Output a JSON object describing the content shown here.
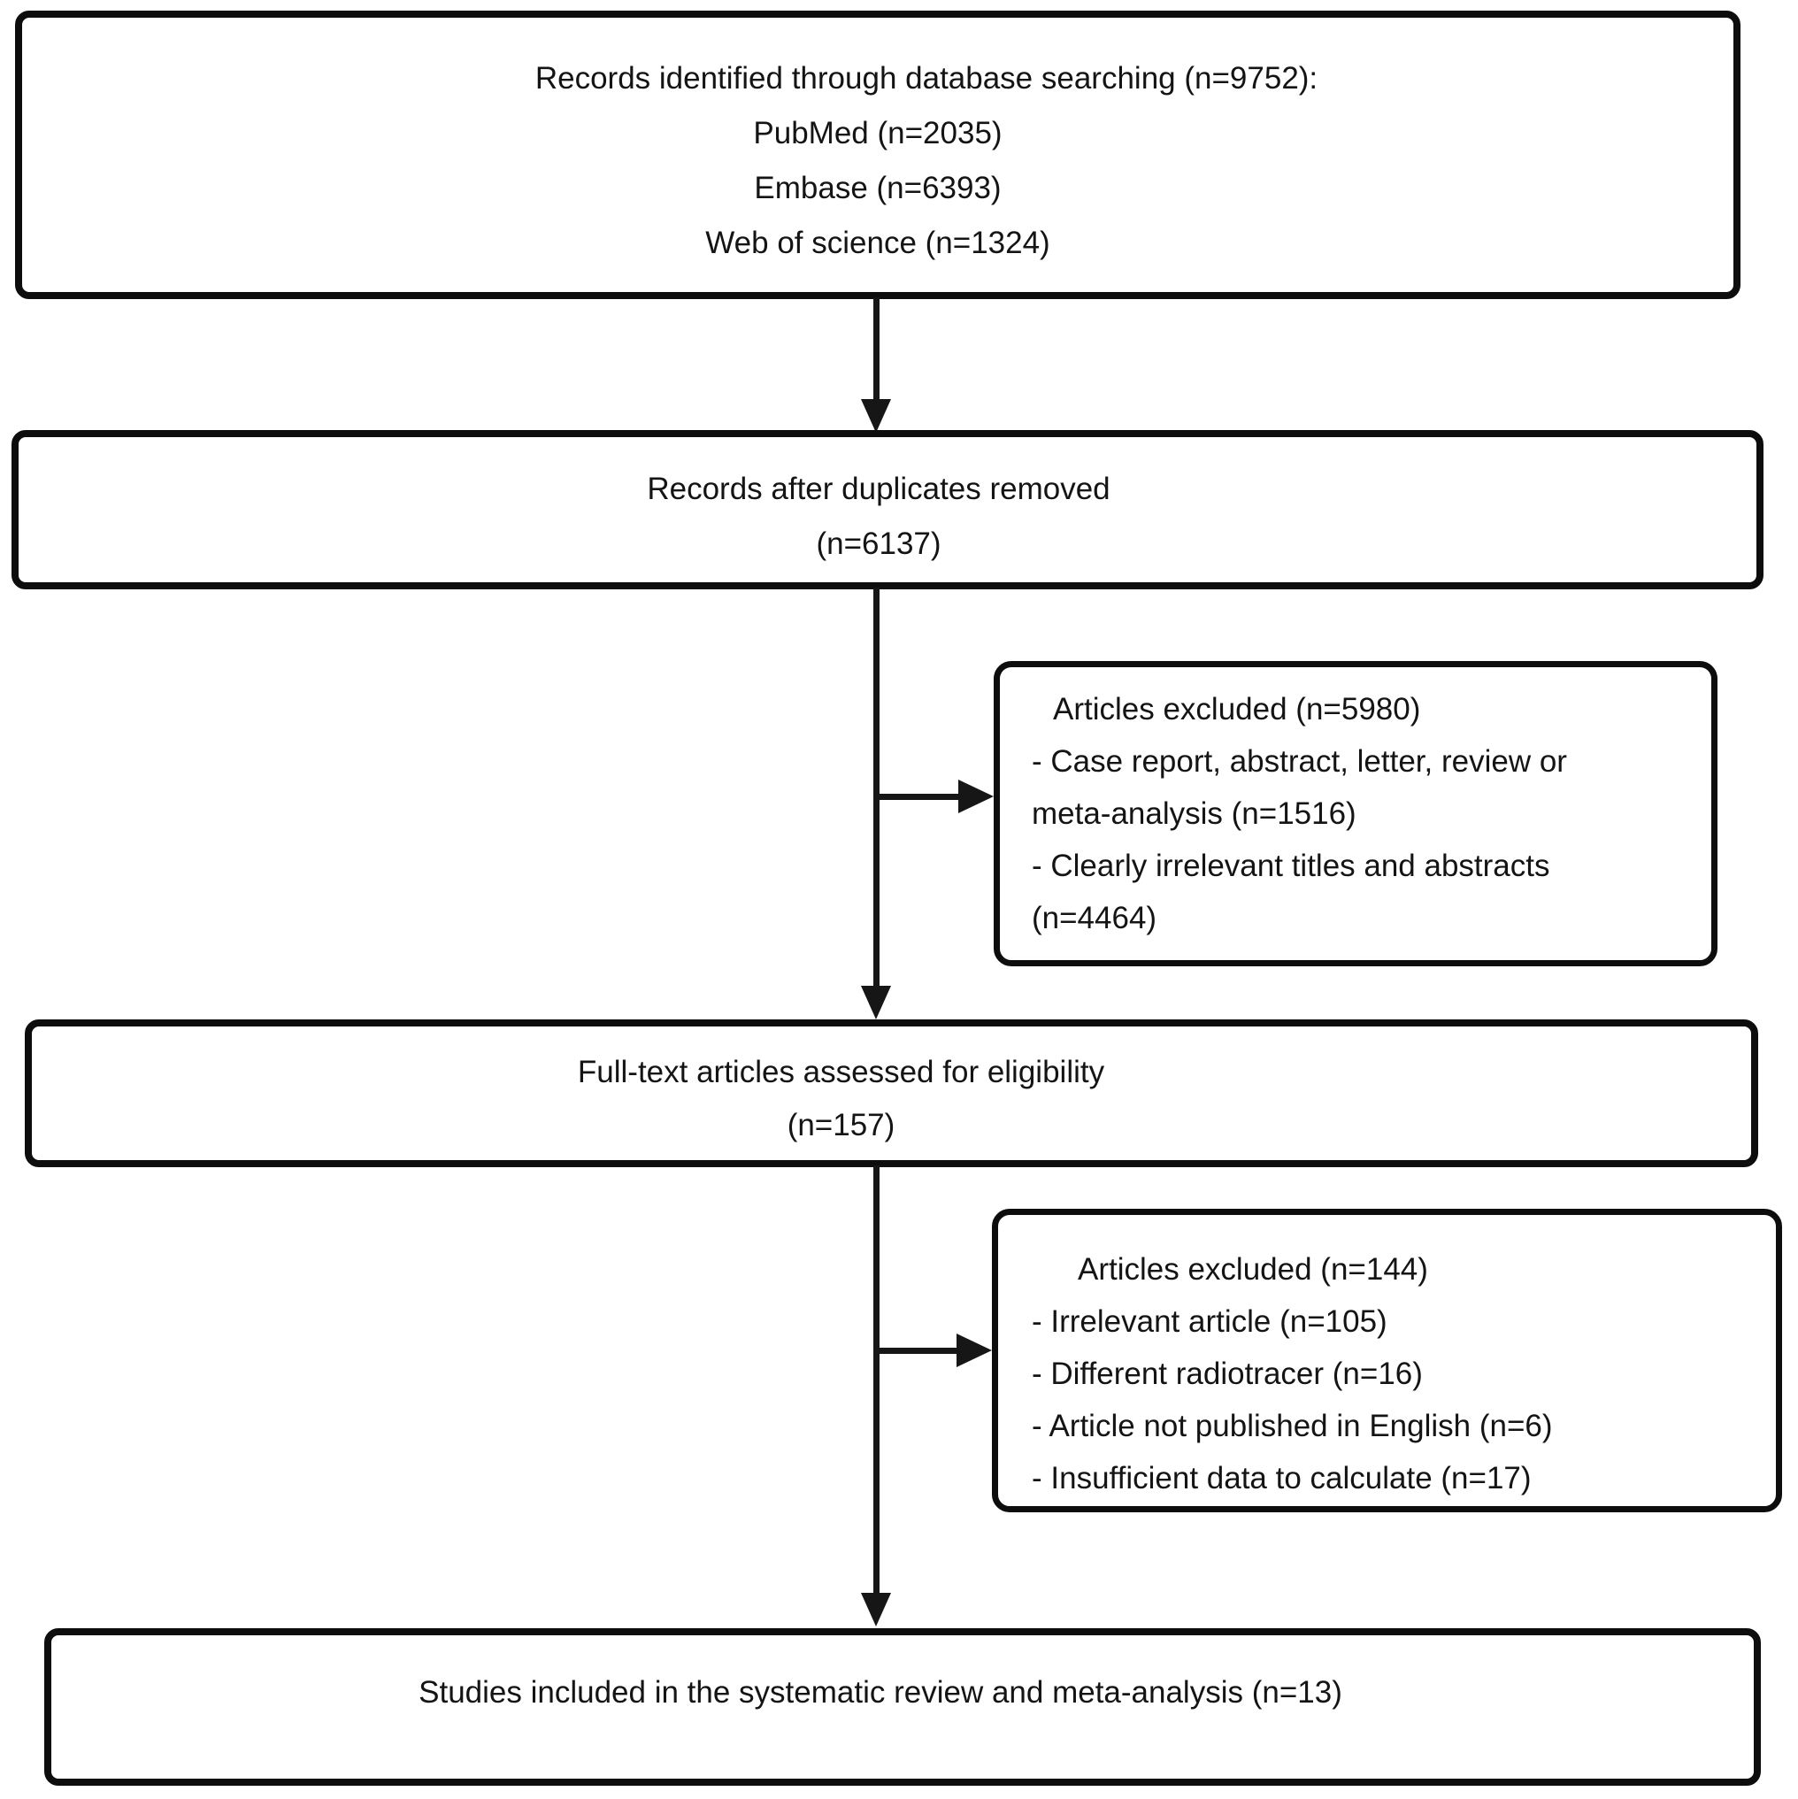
{
  "figure": {
    "kind": "prisma-flow-diagram",
    "colors": {
      "line": "#0d0d0d",
      "background": "#ffffff",
      "text": "#141414"
    },
    "boxes": {
      "identification": {
        "lines": [
          "Records identified through database searching (n=9752):",
          "PubMed (n=2035)",
          "Embase (n=6393)",
          "Web of science (n=1324)"
        ]
      },
      "deduplication": {
        "lines": [
          "Records after duplicates removed",
          "(n=6137)"
        ]
      },
      "excluded_screening": {
        "lines": [
          "Articles excluded (n=5980)",
          "- Case report, abstract, letter, review or",
          "meta-analysis (n=1516)",
          "- Clearly irrelevant titles and abstracts",
          "(n=4464)"
        ]
      },
      "eligibility": {
        "lines": [
          "Full-text articles assessed for eligibility",
          "(n=157)"
        ]
      },
      "excluded_eligibility": {
        "lines": [
          "Articles excluded (n=144)",
          "- Irrelevant article (n=105)",
          "- Different radiotracer (n=16)",
          "- Article not published in English (n=6)",
          "- Insufficient data to calculate (n=17)"
        ]
      },
      "included": {
        "lines": [
          "Studies included in the systematic review and meta-analysis (n=13)"
        ]
      }
    }
  }
}
